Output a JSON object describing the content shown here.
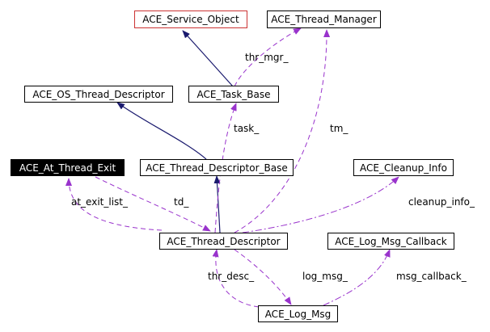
{
  "nodes": {
    "ace_service_object": "ACE_Service_Object",
    "ace_thread_manager": "ACE_Thread_Manager",
    "ace_os_thread_descriptor": "ACE_OS_Thread_Descriptor",
    "ace_task_base": "ACE_Task_Base",
    "ace_at_thread_exit": "ACE_At_Thread_Exit",
    "ace_thread_descriptor_base": "ACE_Thread_Descriptor_Base",
    "ace_cleanup_info": "ACE_Cleanup_Info",
    "ace_thread_descriptor": "ACE_Thread_Descriptor",
    "ace_log_msg_callback": "ACE_Log_Msg_Callback",
    "ace_log_msg": "ACE_Log_Msg"
  },
  "edge_labels": {
    "thr_mgr": "thr_mgr_",
    "task": "task_",
    "tm": "tm_",
    "at_exit_list": "at_exit_list_",
    "td": "td_",
    "cleanup_info": "cleanup_info_",
    "thr_desc": "thr_desc_",
    "log_msg": "log_msg_",
    "msg_callback": "msg_callback_"
  },
  "colors": {
    "inheritance": "#1a1a6e",
    "usage": "#9933cc",
    "highlight_border": "#cc3333"
  }
}
